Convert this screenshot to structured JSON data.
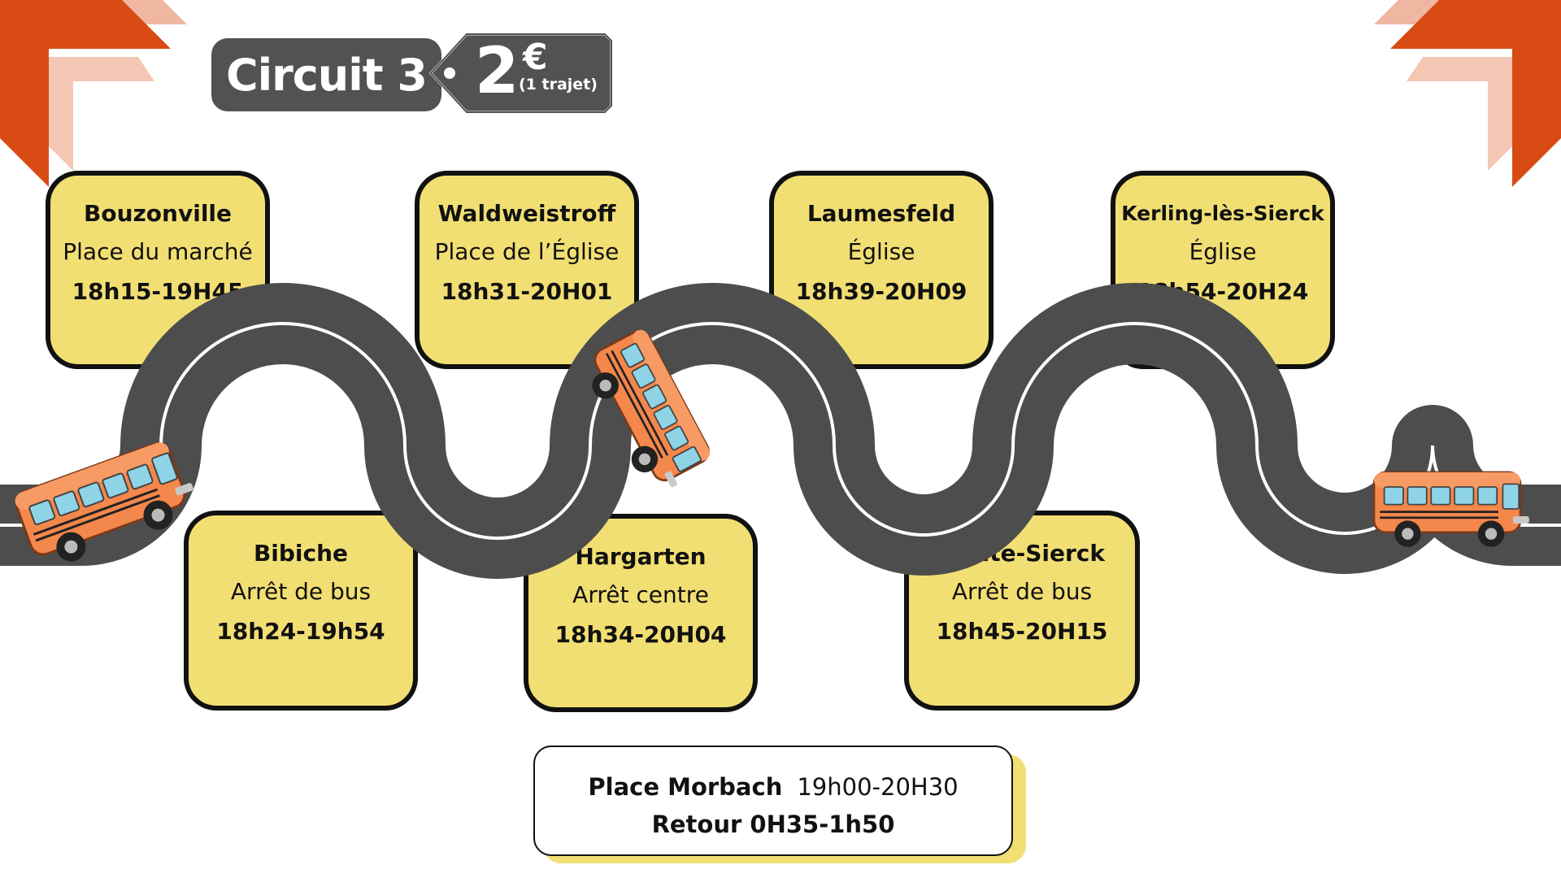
{
  "circuit": {
    "title": "Circuit 3",
    "price": "2",
    "currency": "€",
    "price_note": "(1 trajet)"
  },
  "stops": [
    {
      "town": "Bouzonville",
      "place": "Place du marché",
      "time": "18h15-19H45"
    },
    {
      "town": "Bibiche",
      "place": "Arrêt de bus",
      "time": "18h24-19h54"
    },
    {
      "town": "Waldweistroff",
      "place": "Place de l’Église",
      "time": "18h31-20H01"
    },
    {
      "town": "Hargarten",
      "place": "Arrêt centre",
      "time": "18h34-20H04"
    },
    {
      "town": "Laumesfeld",
      "place": "Église",
      "time": "18h39-20H09"
    },
    {
      "town": "Haute-Sierck",
      "place": "Arrêt de bus",
      "time": "18h45-20H15"
    },
    {
      "town": "Kerling-lès-Sierck",
      "place": "Église",
      "time": "18h54-20H24"
    }
  ],
  "destination": {
    "place": "Place Morbach",
    "hours": "19h00-20H30",
    "return_label": "Retour 0H35-1h50"
  },
  "colors": {
    "card_fill": "#f2df73",
    "road": "#4d4d4d",
    "bus": "#f4874b",
    "corner_accent": "#d84b14",
    "title_bg": "#525252"
  },
  "icons": [
    "bus-icon",
    "corner-arrow-icon"
  ]
}
